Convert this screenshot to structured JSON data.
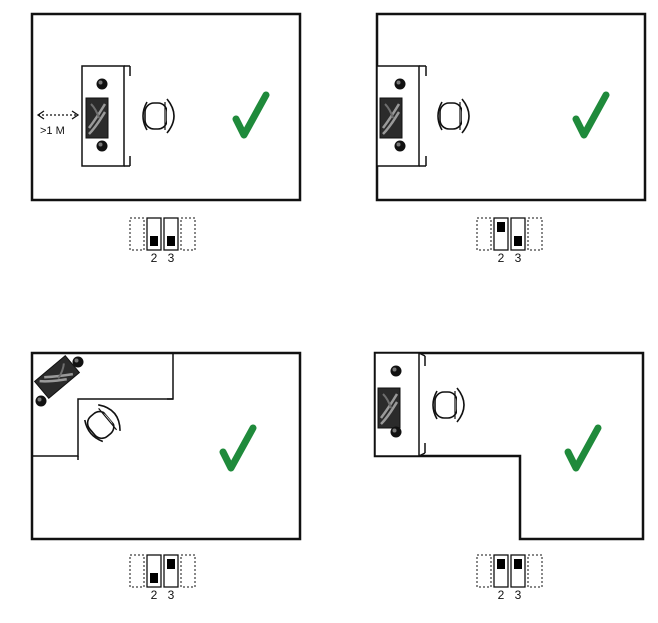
{
  "colors": {
    "line": "#111111",
    "desk": "#ffffff",
    "monitor": "#2b2b2b",
    "check": "#1f8a3b",
    "switch_on": "#000000"
  },
  "icons": [
    "desk-icon",
    "monitor-icon",
    "chair-icon",
    "speaker-icon",
    "check-icon",
    "dip-switch-icon"
  ],
  "panels": [
    {
      "id": "a",
      "distance_label": ">1 M",
      "valid": true,
      "switch_labels": [
        "2",
        "3"
      ],
      "switch_states": [
        "down",
        "down"
      ]
    },
    {
      "id": "b",
      "valid": true,
      "switch_labels": [
        "2",
        "3"
      ],
      "switch_states": [
        "up",
        "down"
      ]
    },
    {
      "id": "c",
      "valid": true,
      "switch_labels": [
        "2",
        "3"
      ],
      "switch_states": [
        "down",
        "up"
      ]
    },
    {
      "id": "d",
      "valid": true,
      "switch_labels": [
        "2",
        "3"
      ],
      "switch_states": [
        "up",
        "up"
      ]
    }
  ]
}
